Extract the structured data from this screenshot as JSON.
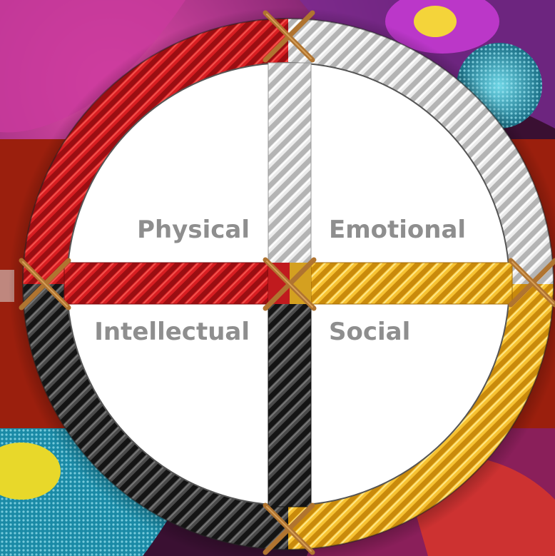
{
  "wheel": {
    "quadrants": [
      {
        "id": "physical",
        "label": "Physical",
        "color": "#c8141a"
      },
      {
        "id": "emotional",
        "label": "Emotional",
        "color": "#d8d8d8"
      },
      {
        "id": "intellectual",
        "label": "Intellectual",
        "color": "#3a3a3a"
      },
      {
        "id": "social",
        "label": "Social",
        "color": "#f0b41e"
      }
    ],
    "label_color": "#8e8e8e",
    "background_band_color": "#9b1f0d",
    "binding_color": "#b07430"
  }
}
